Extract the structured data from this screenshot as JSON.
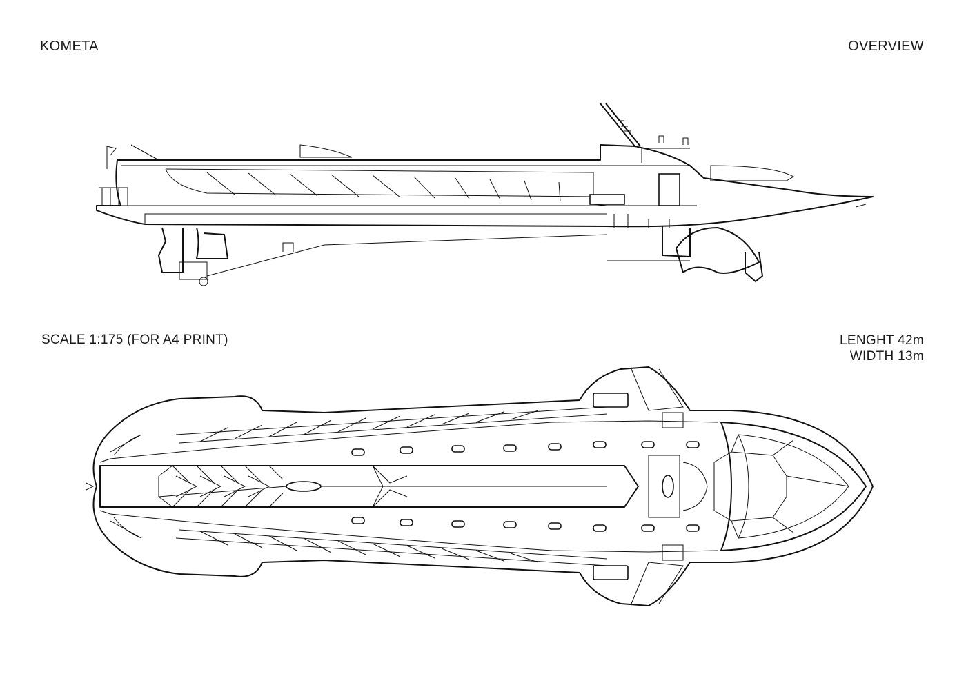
{
  "header": {
    "title": "KOMETA",
    "section": "OVERVIEW"
  },
  "info": {
    "scale": "SCALE 1:175 (FOR A4 PRINT)",
    "length": "LENGHT 42m",
    "width": "WIDTH 13m"
  }
}
